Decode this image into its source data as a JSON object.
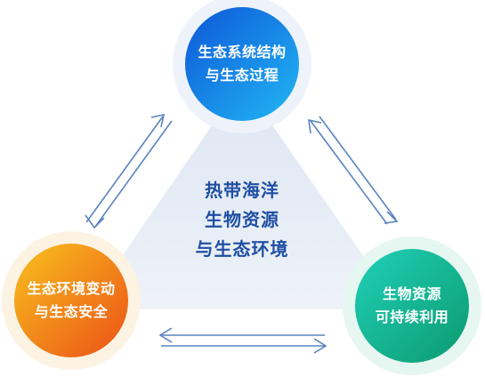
{
  "center": {
    "line1": "热带海洋",
    "line2": "生物资源",
    "line3": "与生态环境"
  },
  "nodes": {
    "top": {
      "line1": "生态系统结构",
      "line2": "与生态过程",
      "color_start": "#1565e0",
      "color_end": "#1fb3f2"
    },
    "left": {
      "line1": "生态环境变动",
      "line2": "与生态安全",
      "color_start": "#f6b51c",
      "color_end": "#ee5a1a"
    },
    "right": {
      "line1": "生物资源",
      "line2": "可持续利用",
      "color_start": "#1cc6b4",
      "color_end": "#0fa17a"
    }
  },
  "colors": {
    "triangle_fill": "#e8eef7",
    "arrow": "#5a83c0",
    "center_text": "#1f4fa3"
  }
}
